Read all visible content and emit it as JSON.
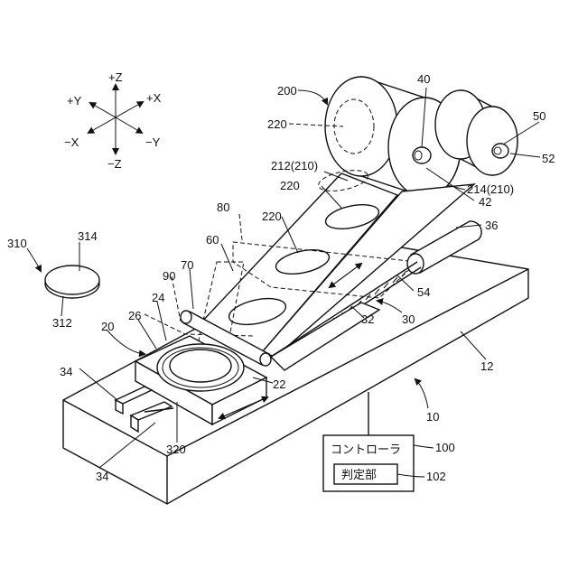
{
  "axes": {
    "pz": "+Z",
    "mz": "−Z",
    "px": "+X",
    "mx": "−X",
    "py": "+Y",
    "my": "−Y"
  },
  "labels": {
    "l200": "200",
    "l220a": "220",
    "l40": "40",
    "l50": "50",
    "l52": "52",
    "l212": "212(210)",
    "l214": "214(210)",
    "l220b": "220",
    "l42": "42",
    "l220c": "220",
    "l36": "36",
    "l80": "80",
    "l60": "60",
    "l54": "54",
    "l70": "70",
    "l90": "90",
    "l24": "24",
    "l26": "26",
    "l32": "32",
    "l30": "30",
    "l20": "20",
    "l310": "310",
    "l314": "314",
    "l312": "312",
    "l12": "12",
    "l34a": "34",
    "l22": "22",
    "l10": "10",
    "l320": "320",
    "l34b": "34",
    "l100": "100",
    "l102": "102"
  },
  "controller": {
    "title": "コントローラ",
    "judge": "判定部"
  }
}
